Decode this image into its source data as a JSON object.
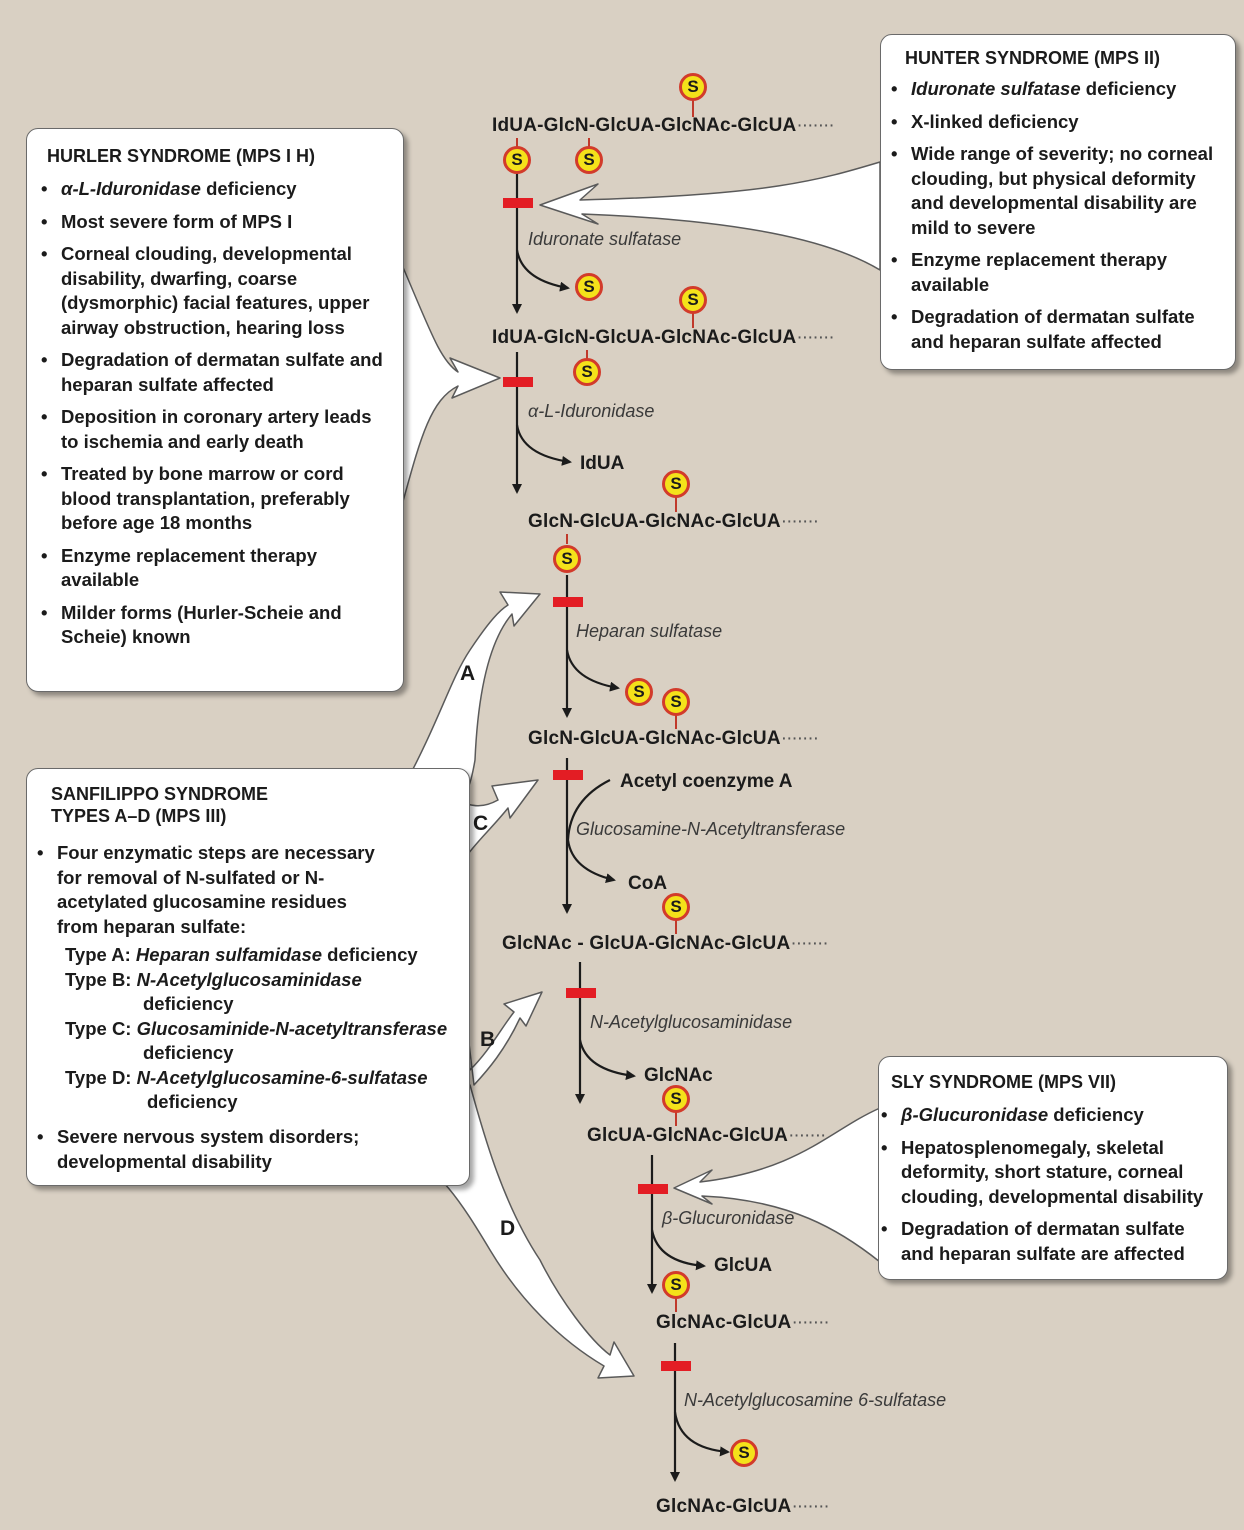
{
  "chains": [
    {
      "parts": [
        "IdUA",
        "GlcN",
        "GlcUA",
        "GlcNAc",
        "GlcUA"
      ]
    },
    {
      "parts": [
        "IdUA",
        "GlcN",
        "GlcUA",
        "GlcNAc",
        "GlcUA"
      ]
    },
    {
      "parts": [
        "GlcN",
        "GlcUA",
        "GlcNAc",
        "GlcUA"
      ]
    },
    {
      "parts": [
        "GlcN",
        "GlcUA",
        "GlcNAc",
        "GlcUA"
      ]
    },
    {
      "parts": [
        "GlcNAc",
        "GlcUA",
        "GlcNAc",
        "GlcUA"
      ]
    },
    {
      "parts": [
        "GlcUA",
        "GlcNAc",
        "GlcUA"
      ]
    },
    {
      "parts": [
        "GlcNAc",
        "GlcUA"
      ]
    },
    {
      "parts": [
        "GlcNAc",
        "GlcUA"
      ]
    }
  ],
  "sulfate_label": "S",
  "enzymes": [
    "Iduronate sulfatase",
    "α-L-Iduronidase",
    "Heparan sulfatase",
    "Glucosamine-N-Acetyltransferase",
    "N-Acetylglucosaminidase",
    "β-Glucuronidase",
    "N-Acetylglucosamine 6-sulfatase"
  ],
  "products": {
    "idua": "IdUA",
    "acetyl_coa": "Acetyl coenzyme A",
    "coa": "CoA",
    "glcnac": "GlcNAc",
    "glcua": "GlcUA"
  },
  "hurler": {
    "title": "HURLER SYNDROME (MPS I H)",
    "items": [
      "α-L-Iduronidase deficiency",
      "Most severe form of MPS I",
      "Corneal clouding, developmental disability, dwarfing, coarse (dysmorphic) facial features, upper airway obstruction, hearing loss",
      "Degradation of dermatan sulfate and heparan sulfate affected",
      "Deposition in coronary artery leads to ischemia and early death",
      "Treated by bone marrow or cord blood transplantation, preferably before age 18 months",
      "Enzyme replacement therapy available",
      "Milder forms (Hurler-Scheie and Scheie) known"
    ]
  },
  "hunter": {
    "title": "HUNTER SYNDROME (MPS II)",
    "items": [
      "Iduronate sulfatase deficiency",
      "X-linked deficiency",
      "Wide range of severity; no corneal clouding, but physical deformity and developmental disability are mild to severe",
      "Enzyme replacement therapy available",
      "Degradation of dermatan sulfate and heparan sulfate affected"
    ]
  },
  "sanfilippo": {
    "title_line1": "SANFILIPPO SYNDROME",
    "title_line2": "TYPES A–D (MPS III)",
    "item1": "Four enzymatic steps are necessary for removal of N-sulfated or N-acetylated glucosamine residues from heparan sulfate:",
    "types": [
      {
        "label": "Type A:",
        "enzyme": "Heparan sulfamidase",
        "suffix": " deficiency",
        "suffix2": ""
      },
      {
        "label": "Type B:",
        "enzyme": "N-Acetylglucosaminidase",
        "suffix": "",
        "suffix2": "deficiency"
      },
      {
        "label": "Type C:",
        "enzyme": "Glucosaminide-N-acetyltransferase",
        "suffix": "",
        "suffix2": "deficiency"
      },
      {
        "label": "Type D:",
        "enzyme": "N-Acetylglucosamine-6-sulfatase",
        "suffix": "",
        "suffix2": "deficiency"
      }
    ],
    "item2": "Severe nervous system disorders; developmental disability"
  },
  "sly": {
    "title": "SLY SYNDROME (MPS VII)",
    "items": [
      "β-Glucuronidase deficiency",
      "Hepatosplenomegaly, skeletal deformity, short stature, corneal clouding, developmental disability",
      "Degradation of dermatan sulfate and heparan sulfate are affected"
    ]
  },
  "arrow_letters": [
    "A",
    "C",
    "B",
    "D"
  ]
}
